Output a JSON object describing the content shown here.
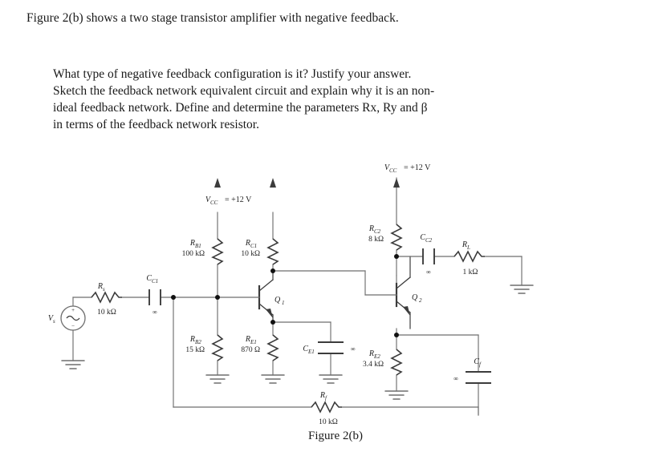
{
  "question": {
    "intro": "Figure 2(b) shows a two stage transistor amplifier with negative feedback.",
    "lines": [
      "What type of negative feedback configuration is it? Justify your answer.",
      "Sketch the feedback network equivalent circuit and explain why it is an non-",
      "ideal feedback network. Define and determine the parameters Rx, Ry and β",
      "in terms of the feedback network resistor."
    ]
  },
  "figure": {
    "caption": "Figure 2(b)",
    "supplies": {
      "left_label": "V",
      "left_sub": "CC",
      "left_value": "= +12 V",
      "right_label": "V",
      "right_sub": "CC",
      "right_value": "= +12 V"
    },
    "components": [
      {
        "id": "Rs",
        "name": "R",
        "sub": "s",
        "value": "10 kΩ",
        "type": "resistor"
      },
      {
        "id": "Cc1",
        "name": "C",
        "sub": "C1",
        "value": "∞",
        "type": "capacitor"
      },
      {
        "id": "Rb1",
        "name": "R",
        "sub": "B1",
        "value": "100 kΩ",
        "type": "resistor"
      },
      {
        "id": "Rb2",
        "name": "R",
        "sub": "B2",
        "value": "15 kΩ",
        "type": "resistor"
      },
      {
        "id": "Rc1",
        "name": "R",
        "sub": "C1",
        "value": "10 kΩ",
        "type": "resistor"
      },
      {
        "id": "Re1",
        "name": "R",
        "sub": "E1",
        "value": "870 Ω",
        "type": "resistor"
      },
      {
        "id": "Ce1",
        "name": "C",
        "sub": "E1",
        "value": "∞",
        "type": "capacitor"
      },
      {
        "id": "Rc2",
        "name": "R",
        "sub": "C2",
        "value": "8 kΩ",
        "type": "resistor"
      },
      {
        "id": "Re2",
        "name": "R",
        "sub": "E2",
        "value": "3.4 kΩ",
        "type": "resistor"
      },
      {
        "id": "Cc2",
        "name": "C",
        "sub": "C2",
        "value": "∞",
        "type": "capacitor"
      },
      {
        "id": "Rl",
        "name": "R",
        "sub": "L",
        "value": "1 kΩ",
        "type": "resistor"
      },
      {
        "id": "Rf",
        "name": "R",
        "sub": "f",
        "value": "10 kΩ",
        "type": "resistor"
      },
      {
        "id": "Cf",
        "name": "C",
        "sub": "f",
        "value": "∞",
        "type": "capacitor"
      }
    ],
    "transistors": [
      {
        "id": "Q1",
        "name": "Q",
        "sub": "1"
      },
      {
        "id": "Q2",
        "name": "Q",
        "sub": "2"
      }
    ],
    "source": {
      "name": "V",
      "sub": "s",
      "plus": "+",
      "minus": "−",
      "wave": "~"
    },
    "colors": {
      "wire": "#6e6e6e",
      "component": "#3c3c3c",
      "text": "#1f1f1f",
      "node": "#111111"
    }
  }
}
